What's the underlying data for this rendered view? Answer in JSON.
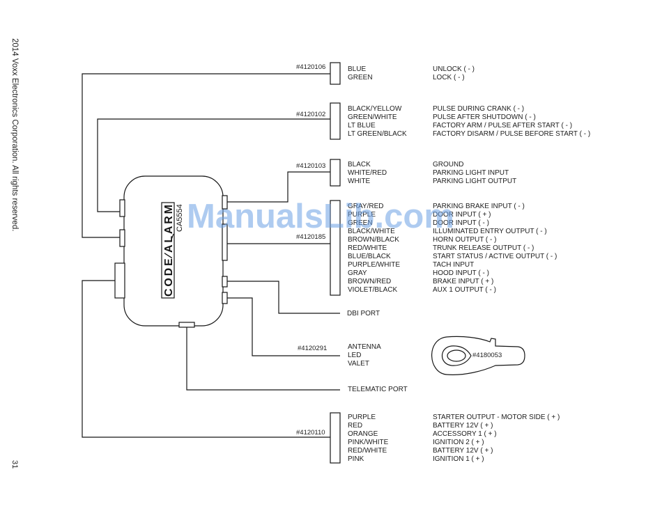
{
  "copyright": "2014 Voxx Electronics Corporation. All rights reserved.",
  "page_number": "31",
  "watermark": "ManualsLib.com",
  "module": {
    "logo": [
      "CODE",
      "ALARM"
    ],
    "model": "CA5554"
  },
  "harnesses": [
    {
      "part": "#4120106",
      "wires": [
        {
          "wire": "BLUE",
          "function": "UNLOCK ( - )"
        },
        {
          "wire": "GREEN",
          "function": "LOCK ( - )"
        }
      ]
    },
    {
      "part": "#4120102",
      "wires": [
        {
          "wire": "BLACK/YELLOW",
          "function": "PULSE DURING CRANK ( - )"
        },
        {
          "wire": "GREEN/WHITE",
          "function": "PULSE AFTER SHUTDOWN ( - )"
        },
        {
          "wire": "LT BLUE",
          "function": "FACTORY ARM / PULSE AFTER START ( - )"
        },
        {
          "wire": "LT GREEN/BLACK",
          "function": "FACTORY DISARM / PULSE BEFORE START ( - )"
        }
      ]
    },
    {
      "part": "#4120103",
      "wires": [
        {
          "wire": "BLACK",
          "function": "GROUND"
        },
        {
          "wire": "WHITE/RED",
          "function": "PARKING LIGHT INPUT"
        },
        {
          "wire": "WHITE",
          "function": "PARKING LIGHT OUTPUT"
        }
      ]
    },
    {
      "part": "#4120185",
      "wires": [
        {
          "wire": "GRAY/RED",
          "function": "PARKING BRAKE INPUT ( - )"
        },
        {
          "wire": "PURPLE",
          "function": "DOOR INPUT ( + )"
        },
        {
          "wire": "GREEN",
          "function": "DOOR INPUT ( - )"
        },
        {
          "wire": "BLACK/WHITE",
          "function": "ILLUMINATED ENTRY OUTPUT ( - )"
        },
        {
          "wire": "BROWN/BLACK",
          "function": "HORN OUTPUT ( - )"
        },
        {
          "wire": "RED/WHITE",
          "function": "TRUNK RELEASE OUTPUT ( - )"
        },
        {
          "wire": "BLUE/BLACK",
          "function": "START STATUS / ACTIVE OUTPUT ( - )"
        },
        {
          "wire": "PURPLE/WHITE",
          "function": "TACH INPUT"
        },
        {
          "wire": "GRAY",
          "function": "HOOD INPUT ( - )"
        },
        {
          "wire": "BROWN/RED",
          "function": "BRAKE INPUT ( + )"
        },
        {
          "wire": "VIOLET/BLACK",
          "function": "AUX 1 OUTPUT ( - )"
        }
      ]
    },
    {
      "part": "#4120291",
      "wires": [
        {
          "wire": "ANTENNA"
        },
        {
          "wire": "LED"
        },
        {
          "wire": "VALET"
        }
      ]
    },
    {
      "part": "#4120110",
      "wires": [
        {
          "wire": "PURPLE",
          "function": "STARTER OUTPUT - MOTOR SIDE ( + )"
        },
        {
          "wire": "RED",
          "function": "BATTERY 12V ( + )"
        },
        {
          "wire": "ORANGE",
          "function": "ACCESSORY 1 ( + )"
        },
        {
          "wire": "PINK/WHITE",
          "function": "IGNITION 2 ( + )"
        },
        {
          "wire": "RED/WHITE",
          "function": "BATTERY 12V ( + )"
        },
        {
          "wire": "PINK",
          "function": "IGNITION 1 ( + )"
        }
      ]
    }
  ],
  "ports": {
    "dbi": "DBI PORT",
    "telematic": "TELEMATIC PORT"
  },
  "remote": {
    "part": "#4180053"
  }
}
